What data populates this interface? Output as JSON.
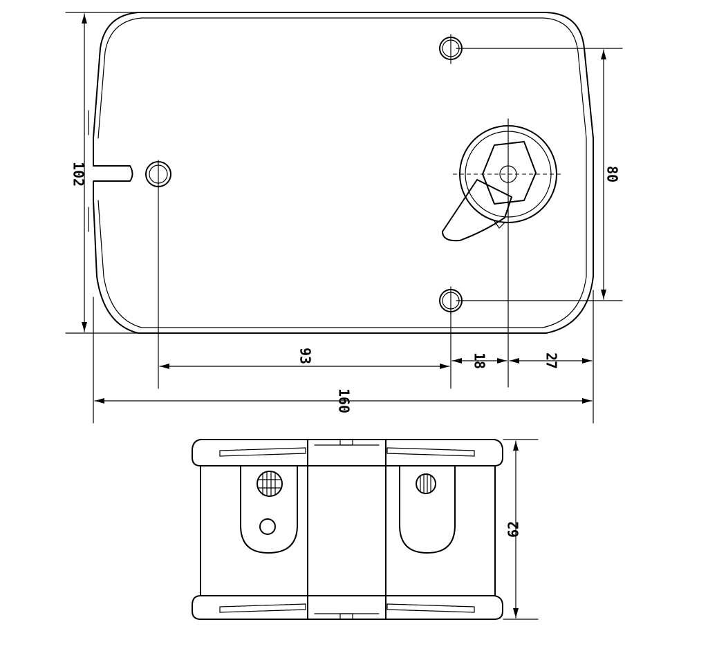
{
  "top_view": {
    "dimensions": {
      "height_label": "102",
      "hole_spacing_label": "80",
      "hole_to_shaft_label": "93",
      "hole_offset_label": "18",
      "shaft_to_edge_label": "27",
      "length_label": "160"
    }
  },
  "side_view": {
    "dimensions": {
      "depth_label": "62"
    }
  }
}
